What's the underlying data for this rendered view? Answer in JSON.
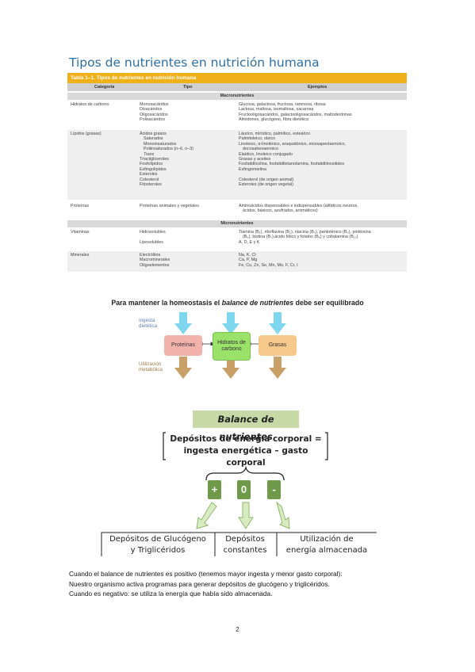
{
  "page_title": "Tipos de nutrientes en nutrición humana",
  "table": {
    "title": "Tabla 1–1.  Tipos de nutrientes en nutrición humana",
    "headers": [
      "Categoría",
      "Tipo",
      "Ejemplos"
    ],
    "section_macro": "Macronutrientes",
    "section_micro": "Micronutrientes",
    "rows": [
      {
        "categoria": "Hidratos de carbono",
        "tipos": [
          "Monosacáridos",
          "Disacáridos",
          "Oligosacáridos",
          "Polisacáridos"
        ],
        "ejemplos": [
          "Glucosa, galactosa, fructosa, ramnosa, ribosa",
          "Lactosa, maltosa, isomaltosa, sacarosa",
          "Fructooligosacáridos, galactooligosacáridos, maltodextrinas",
          "Almidones, glucógeno, fibra dietética"
        ]
      },
      {
        "categoria": "Lípidos (grasas)",
        "tipos": [
          "Ácidos grasos",
          "Saturados",
          "Monoinsaturados",
          "Poliinsaturados (n–6, n–3)",
          "Trans",
          "Triacilgliceroles",
          "Fosfolípidos",
          "Esfingolípidos",
          "Esteroles",
          "Colesterol",
          "Fitosteroles"
        ],
        "ejemplos": [
          "Láurico, mirístico, palmítico, esteárico",
          "Palmitoleico, oleico",
          "Linoleico, α-linolénico, araquidónico, eicosapentaenoico,",
          "docosahexaenoico",
          "Elaídico, linoleico conjugado",
          "Grasas y aceites",
          "Fosfatidilcolina, fosfatidiletanolamina, fosfatidilinositides",
          "Esfingomielina",
          "",
          "Colesterol (de origen animal)",
          "Esteroles (de origen vegetal)"
        ]
      },
      {
        "categoria": "Proteínas",
        "tipos": [
          "Proteínas animales y vegetales"
        ],
        "ejemplos": [
          "Aminoácidos dispensables e indispensables (alifáticos neutros,",
          "ácidos, básicos, azufrados, aromáticos)"
        ]
      },
      {
        "categoria": "Vitaminas",
        "tipos": [
          "Hidrosolubles",
          "",
          "Liposolubles"
        ],
        "ejemplos": [
          "Tiamina (B₁), riboflavina (B₂), niacina (B₃), pantoténico (B₅), piridoxina",
          "(B₆), biotina (B₇),ácido fólico y folatos (B₉) y cobalamina (B₁₂)",
          "A, D, E y K"
        ]
      },
      {
        "categoria": "Minerales",
        "tipos": [
          "Electrólitos",
          "Macrominerales",
          "Oligoelementos"
        ],
        "ejemplos": [
          "Na, K, Cl",
          "Ca, P, Mg",
          "Fe, Cu, Zn, Se, Mn, Mo, F, Cr, I"
        ]
      }
    ]
  },
  "flow": {
    "title_before": "Para mantener la homeostasis el ",
    "title_italic": "balance de nutrientes",
    "title_after": " debe ser equilibrado",
    "ingesta_label": [
      "Ingesta",
      "dietética"
    ],
    "utilizacion_label": [
      "Utilización",
      "metabólica"
    ],
    "boxes": [
      "Proteínas",
      "Hidratos de carbono",
      "Grasas"
    ],
    "colors": {
      "proteinas": "#f2b3ad",
      "hidratos": "#9be26b",
      "grasas": "#f6c98a",
      "input_arrow": "#7ed6ef",
      "output_arrow": "#c9a068"
    }
  },
  "balance": {
    "title": "Balance de nutrientes",
    "eq_line1": "Depósitos de energía corporal =",
    "eq_line2": "ingesta energética – gasto corporal",
    "signs": [
      "+",
      "0",
      "-"
    ],
    "outcomes": [
      [
        "Depósitos de Glucógeno",
        "y Triglicéridos"
      ],
      [
        "Depósitos",
        "constantes"
      ],
      [
        "Utilización de",
        "energía almacenada"
      ]
    ],
    "colors": {
      "title_bg": "#c6d9a6",
      "sign_bg": "#6f9a49"
    }
  },
  "paragraph": [
    "Cuando el balance de nutrientes es positivo (tenemos mayor ingesta y menor gasto corporal):",
    "Nuestro organismo activa programas para generar depósitos de glucógeno y triglicéridos.",
    "Cuando es negativo: se utiliza la energía que había sido almacenada."
  ],
  "page_number": "2"
}
